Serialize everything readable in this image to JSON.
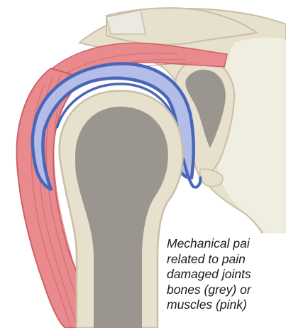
{
  "caption": {
    "line1": "Mechanical pai",
    "line2": "related to pain",
    "line3": "damaged joints",
    "line4": "bones (grey) or",
    "line5": "muscles (pink)"
  },
  "colors": {
    "bone_outline": "#e6e0cc",
    "bone_dark": "#9a968f",
    "bone_light": "#f1eee4",
    "cartilage": "#b4bde8",
    "cartilage_edge": "#4a66b8",
    "muscle": "#e98b8e",
    "muscle_dark": "#cf5f66",
    "tendon": "#ece9e3"
  }
}
